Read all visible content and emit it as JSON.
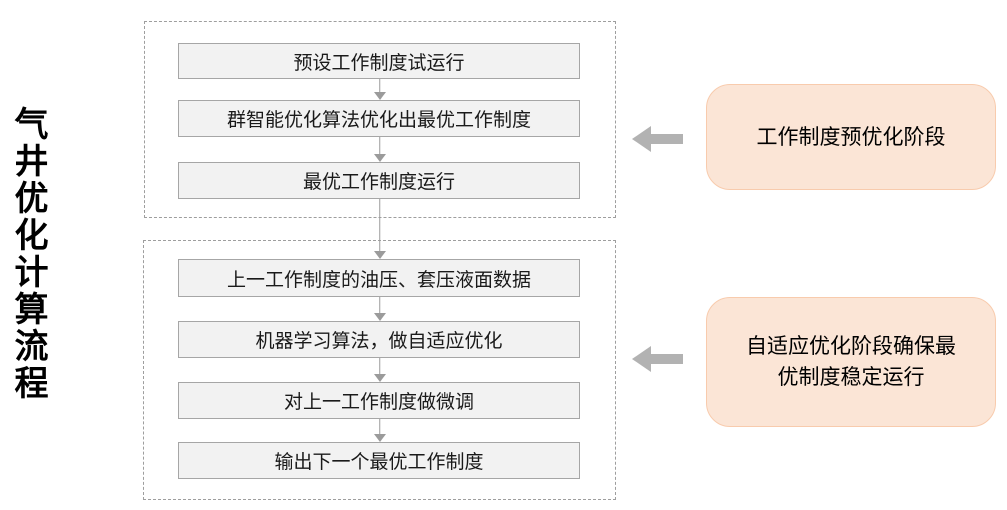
{
  "page_title": "气井优化计算流程",
  "stage1": {
    "steps": [
      {
        "label": "预设工作制度试运行"
      },
      {
        "label": "群智能优化算法优化出最优工作制度"
      },
      {
        "label": "最优工作制度运行"
      }
    ],
    "callout": "工作制度预优化阶段"
  },
  "stage2": {
    "steps": [
      {
        "label": "上一工作制度的油压、套压液面数据"
      },
      {
        "label": "机器学习算法，做自适应优化"
      },
      {
        "label": "对上一工作制度做微调"
      },
      {
        "label": "输出下一个最优工作制度"
      }
    ],
    "callout": "自适应优化阶段确保最\n优制度稳定运行"
  },
  "colors": {
    "callout_fill": "#FBE5D6",
    "callout_border": "#F8CBAD",
    "step_fill": "#F2F2F2",
    "step_border": "#A6A6A6",
    "connector_gray": "#9B9B9B",
    "big_arrow_gray": "#B2B2B2",
    "dashed_border": "#9E9E9E",
    "text": "#1A1A1A"
  }
}
